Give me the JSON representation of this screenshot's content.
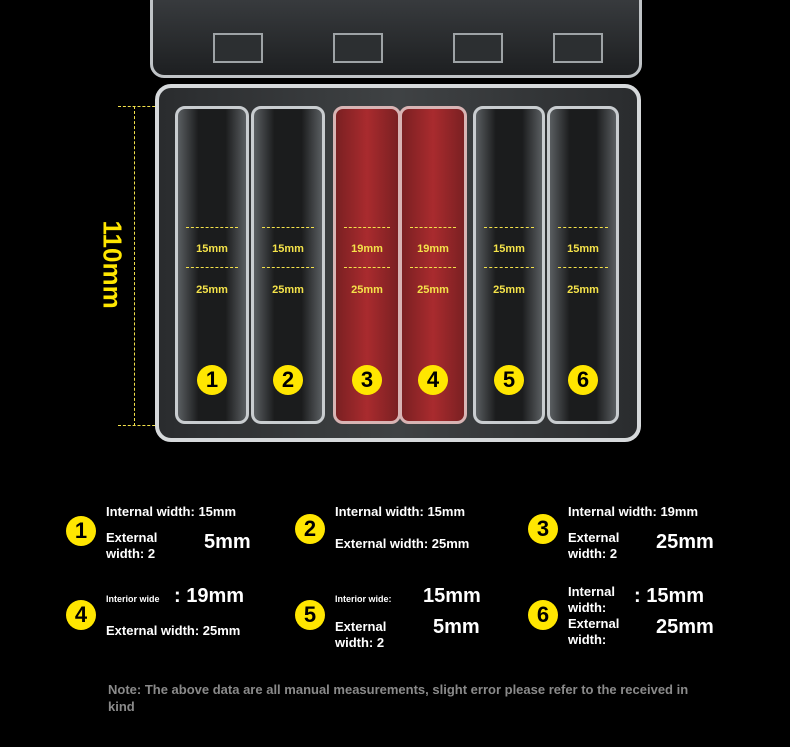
{
  "dimension": {
    "height_label": "110mm"
  },
  "compartments": [
    {
      "number": "1",
      "inner": "15mm",
      "outer": "25mm",
      "color": "#2a2c2e"
    },
    {
      "number": "2",
      "inner": "15mm",
      "outer": "25mm",
      "color": "#2a2c2e"
    },
    {
      "number": "3",
      "inner": "19mm",
      "outer": "25mm",
      "color": "#a92b2e"
    },
    {
      "number": "4",
      "inner": "19mm",
      "outer": "25mm",
      "color": "#a92b2e"
    },
    {
      "number": "5",
      "inner": "15mm",
      "outer": "25mm",
      "color": "#2a2c2e"
    },
    {
      "number": "6",
      "inner": "15mm",
      "outer": "25mm",
      "color": "#2a2c2e"
    }
  ],
  "specs": [
    {
      "number": "1",
      "line1": "Internal width: 15mm",
      "line2a": "External",
      "line2b": "width: 2",
      "value2": "5mm"
    },
    {
      "number": "2",
      "line1": "Internal width: 15mm",
      "line2": "External width: 25mm"
    },
    {
      "number": "3",
      "line1": "Internal width: 19mm",
      "line2a": "External",
      "line2b": "width: 2",
      "value2": "25mm"
    },
    {
      "number": "4",
      "line1": "Interior wide",
      "value1": ": 19mm",
      "line2": "External width: 25mm"
    },
    {
      "number": "5",
      "line1": "Interior wide:",
      "value1": "15mm",
      "line2a": "External",
      "line2b": "width: 2",
      "value2": "5mm"
    },
    {
      "number": "6",
      "line1a": "Internal",
      "line1b": "width:",
      "value1": ": 15mm",
      "line2a": "External",
      "line2b": "width:",
      "value2": "25mm"
    }
  ],
  "note": "Note: The above data are all manual measurements, slight error please refer to the received in kind",
  "accent": "#ffe600"
}
